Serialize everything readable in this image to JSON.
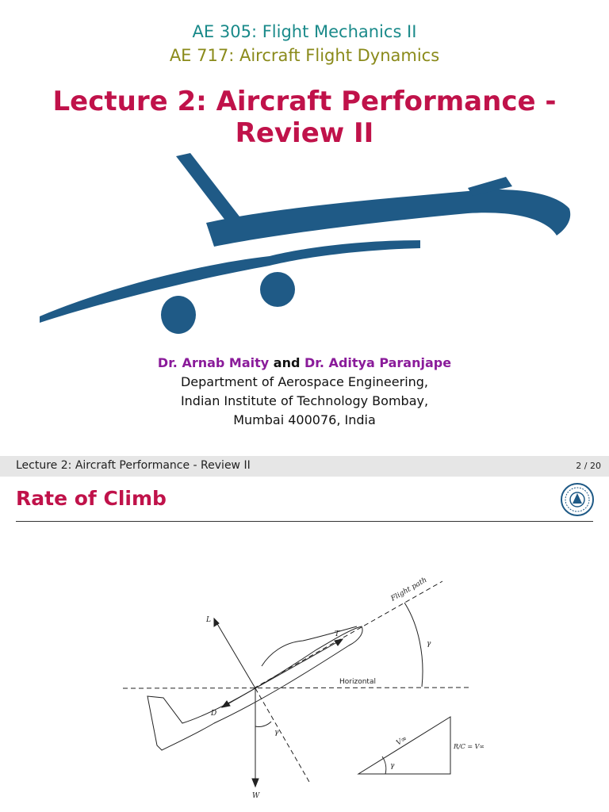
{
  "slide1": {
    "course_line1": "AE 305: Flight Mechanics II",
    "course_line2": "AE 717: Aircraft Flight Dynamics",
    "title": "Lecture 2: Aircraft Performance - Review II",
    "authors": {
      "author1": "Dr. Arnab Maity",
      "conj": "and",
      "author2": "Dr. Aditya Paranjape",
      "dept": "Department of Aerospace Engineering,",
      "institute": "Indian Institute of Technology Bombay,",
      "city": "Mumbai 400076, India"
    }
  },
  "slide2": {
    "header_left": "Lecture 2: Aircraft Performance - Review II",
    "page": "2 / 20",
    "title": "Rate of Climb",
    "figure": {
      "flight_path": "Flight path",
      "horizontal": "Horizontal",
      "L": "L",
      "T": "T",
      "D": "D",
      "W": "W",
      "gamma": "γ",
      "v_inf": "V∞",
      "rc": "R/C = V∞ sin γ"
    }
  },
  "colors": {
    "title": "#c0124a",
    "course1": "#1a8a8a",
    "course2": "#8a8a1a",
    "author": "#8a1b9a",
    "plane": "#1f5a86"
  }
}
